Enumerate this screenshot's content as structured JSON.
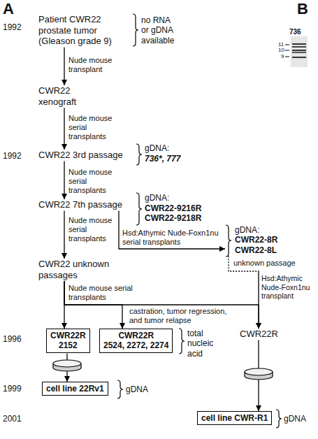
{
  "diagram": {
    "nodes": [
      {
        "text": [
          "Patient CWR22 prostate tumor (Gleason grade 9)"
        ]
      },
      {
        "text": [
          "CWR22 xenograft"
        ]
      },
      {
        "text": [
          "CWR22 3rd passage"
        ]
      },
      {
        "text": [
          "CWR22 7th passage"
        ]
      },
      {
        "text": [
          "gDNA:",
          "CWR22-8R CWR22-8L"
        ]
      },
      {
        "text": [
          "CWR22 unknown passages"
        ]
      },
      {
        "text": [
          "CWR22R",
          "2152"
        ]
      },
      {
        "text": [
          "CWR22R",
          "2524, 2272, 2274"
        ]
      },
      {
        "text": [
          "CWR22R"
        ]
      },
      {
        "text": [
          "cell line 22Rv1"
        ]
      },
      {
        "text": [
          "cell line CWR-R1"
        ]
      }
    ],
    "edges": [
      {
        "from": 0,
        "to": 1,
        "arrow": "to",
        "label": "Nude mouse transplant"
      },
      {
        "from": 1,
        "to": 2,
        "arrow": "to",
        "label": "Nude mouse serial transplants"
      },
      {
        "from": 2,
        "to": 3,
        "arrow": "to",
        "label": "Nude mouse serial transplants"
      },
      {
        "from": 3,
        "to": 5,
        "arrow": "to",
        "label": "Nude mouse serial transplants"
      },
      {
        "from": 3,
        "to": 4,
        "arrow": "to",
        "label": "Hsd:Athymic Nude-Foxn1nu serial transplants"
      },
      {
        "from": 5,
        "to": 6,
        "arrow": "to",
        "label": "Nude mouse serial transplants"
      },
      {
        "from": 5,
        "to": 7,
        "arrow": "to"
      },
      {
        "from": 5,
        "to": 8,
        "arrow": "to"
      },
      {
        "from": 4,
        "to": 8,
        "arrow": "to",
        "label": "Hsd:Athymic Nude-Foxn1nu transplant"
      },
      {
        "from": 6,
        "to": 9,
        "arrow": "to"
      },
      {
        "from": 8,
        "to": 10,
        "arrow": "to"
      }
    ],
    "labels": [
      "A",
      "B",
      "1992",
      "no RNA or gDNA available",
      "1992",
      "gDNA:",
      "736*, 777",
      "gDNA:",
      "CWR22-9216R CWR22-9218R",
      "unknown passage",
      "castration, tumor regression, and tumor relapse",
      "total nucleic acid",
      "1996",
      "1999",
      "gDNA",
      "2001",
      "gDNA",
      "736",
      "11",
      "10",
      "9"
    ]
  }
}
